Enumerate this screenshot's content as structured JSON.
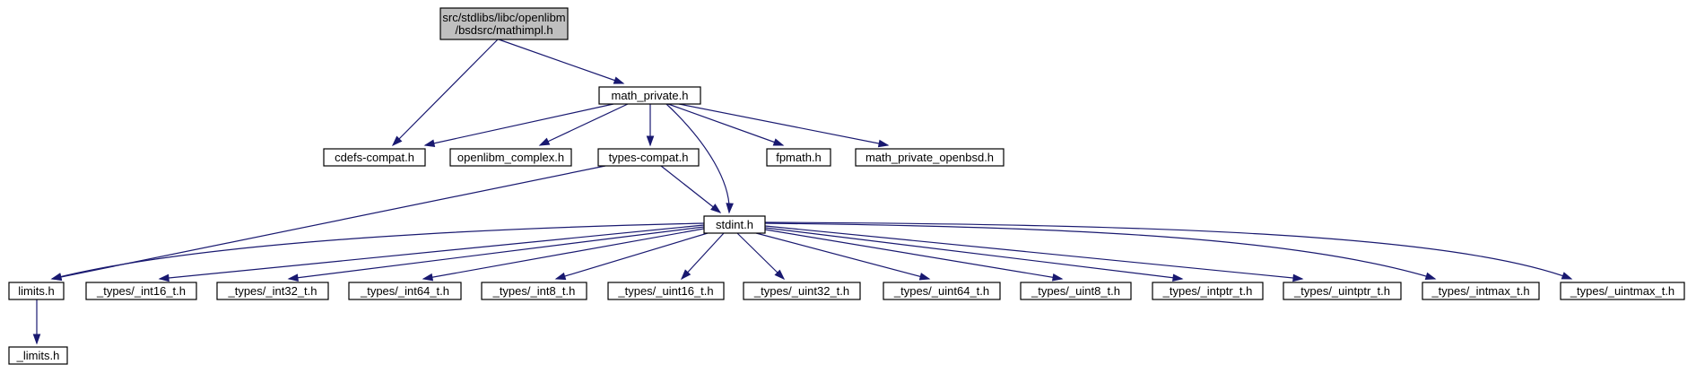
{
  "diagram": {
    "root": "src/stdlibs/libc/openlibm/bsdsrc/mathimpl.h",
    "colors": {
      "edge": "#191970",
      "root_fill": "#bfbfbf",
      "node_fill": "#ffffff",
      "border": "#000000"
    },
    "nodes": [
      {
        "id": "mathimpl",
        "lines": [
          "src/stdlibs/libc/openlibm",
          "/bsdsrc/mathimpl.h"
        ],
        "root": true
      },
      {
        "id": "math_private",
        "lines": [
          "math_private.h"
        ]
      },
      {
        "id": "cdefs_compat",
        "lines": [
          "cdefs-compat.h"
        ]
      },
      {
        "id": "openlibm_complex",
        "lines": [
          "openlibm_complex.h"
        ]
      },
      {
        "id": "types_compat",
        "lines": [
          "types-compat.h"
        ]
      },
      {
        "id": "fpmath",
        "lines": [
          "fpmath.h"
        ]
      },
      {
        "id": "math_private_openbsd",
        "lines": [
          "math_private_openbsd.h"
        ]
      },
      {
        "id": "stdint",
        "lines": [
          "stdint.h"
        ]
      },
      {
        "id": "limits",
        "lines": [
          "limits.h"
        ]
      },
      {
        "id": "int16",
        "lines": [
          "_types/_int16_t.h"
        ]
      },
      {
        "id": "int32",
        "lines": [
          "_types/_int32_t.h"
        ]
      },
      {
        "id": "int64",
        "lines": [
          "_types/_int64_t.h"
        ]
      },
      {
        "id": "int8",
        "lines": [
          "_types/_int8_t.h"
        ]
      },
      {
        "id": "uint16",
        "lines": [
          "_types/_uint16_t.h"
        ]
      },
      {
        "id": "uint32",
        "lines": [
          "_types/_uint32_t.h"
        ]
      },
      {
        "id": "uint64",
        "lines": [
          "_types/_uint64_t.h"
        ]
      },
      {
        "id": "uint8",
        "lines": [
          "_types/_uint8_t.h"
        ]
      },
      {
        "id": "intptr",
        "lines": [
          "_types/_intptr_t.h"
        ]
      },
      {
        "id": "uintptr",
        "lines": [
          "_types/_uintptr_t.h"
        ]
      },
      {
        "id": "intmax",
        "lines": [
          "_types/_intmax_t.h"
        ]
      },
      {
        "id": "uintmax",
        "lines": [
          "_types/_uintmax_t.h"
        ]
      },
      {
        "id": "_limits",
        "lines": [
          "_limits.h"
        ]
      }
    ],
    "edges": [
      [
        "mathimpl",
        "math_private"
      ],
      [
        "mathimpl",
        "cdefs_compat"
      ],
      [
        "math_private",
        "cdefs_compat"
      ],
      [
        "math_private",
        "openlibm_complex"
      ],
      [
        "math_private",
        "types_compat"
      ],
      [
        "math_private",
        "stdint"
      ],
      [
        "math_private",
        "fpmath"
      ],
      [
        "math_private",
        "math_private_openbsd"
      ],
      [
        "types_compat",
        "stdint"
      ],
      [
        "types_compat",
        "limits"
      ],
      [
        "stdint",
        "limits"
      ],
      [
        "stdint",
        "int16"
      ],
      [
        "stdint",
        "int32"
      ],
      [
        "stdint",
        "int64"
      ],
      [
        "stdint",
        "int8"
      ],
      [
        "stdint",
        "uint16"
      ],
      [
        "stdint",
        "uint32"
      ],
      [
        "stdint",
        "uint64"
      ],
      [
        "stdint",
        "uint8"
      ],
      [
        "stdint",
        "intptr"
      ],
      [
        "stdint",
        "uintptr"
      ],
      [
        "stdint",
        "intmax"
      ],
      [
        "stdint",
        "uintmax"
      ],
      [
        "limits",
        "_limits"
      ]
    ]
  }
}
